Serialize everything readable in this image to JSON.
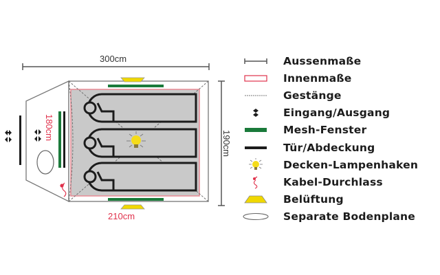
{
  "dimensions": {
    "outer_length": "300cm",
    "outer_width": "190cm",
    "inner_length": "210cm",
    "inner_width": "180cm"
  },
  "colors": {
    "outline": "#555555",
    "inner_outline": "#e88a94",
    "floor": "#c8c8c8",
    "mesh": "#1a7a3a",
    "door": "#1c1c1c",
    "vent": "#f0d800",
    "lamp": "#f5dc1a",
    "cable": "#e0314b"
  },
  "legend": [
    {
      "icon": "dimension-bar-icon",
      "label": "Aussenmaße"
    },
    {
      "icon": "red-rectangle-icon",
      "label": "Innenmaße"
    },
    {
      "icon": "dashed-line-icon",
      "label": "Gestänge"
    },
    {
      "icon": "entrance-arrows-icon",
      "label": "Eingang/Ausgang"
    },
    {
      "icon": "green-bar-icon",
      "label": "Mesh-Fenster"
    },
    {
      "icon": "black-bar-icon",
      "label": "Tür/Abdeckung"
    },
    {
      "icon": "lightbulb-icon",
      "label": "Decken-Lampenhaken"
    },
    {
      "icon": "cable-plug-icon",
      "label": "Kabel-Durchlass"
    },
    {
      "icon": "vent-trapezoid-icon",
      "label": "Belüftung"
    },
    {
      "icon": "ellipse-icon",
      "label": "Separate Bodenplane"
    }
  ]
}
